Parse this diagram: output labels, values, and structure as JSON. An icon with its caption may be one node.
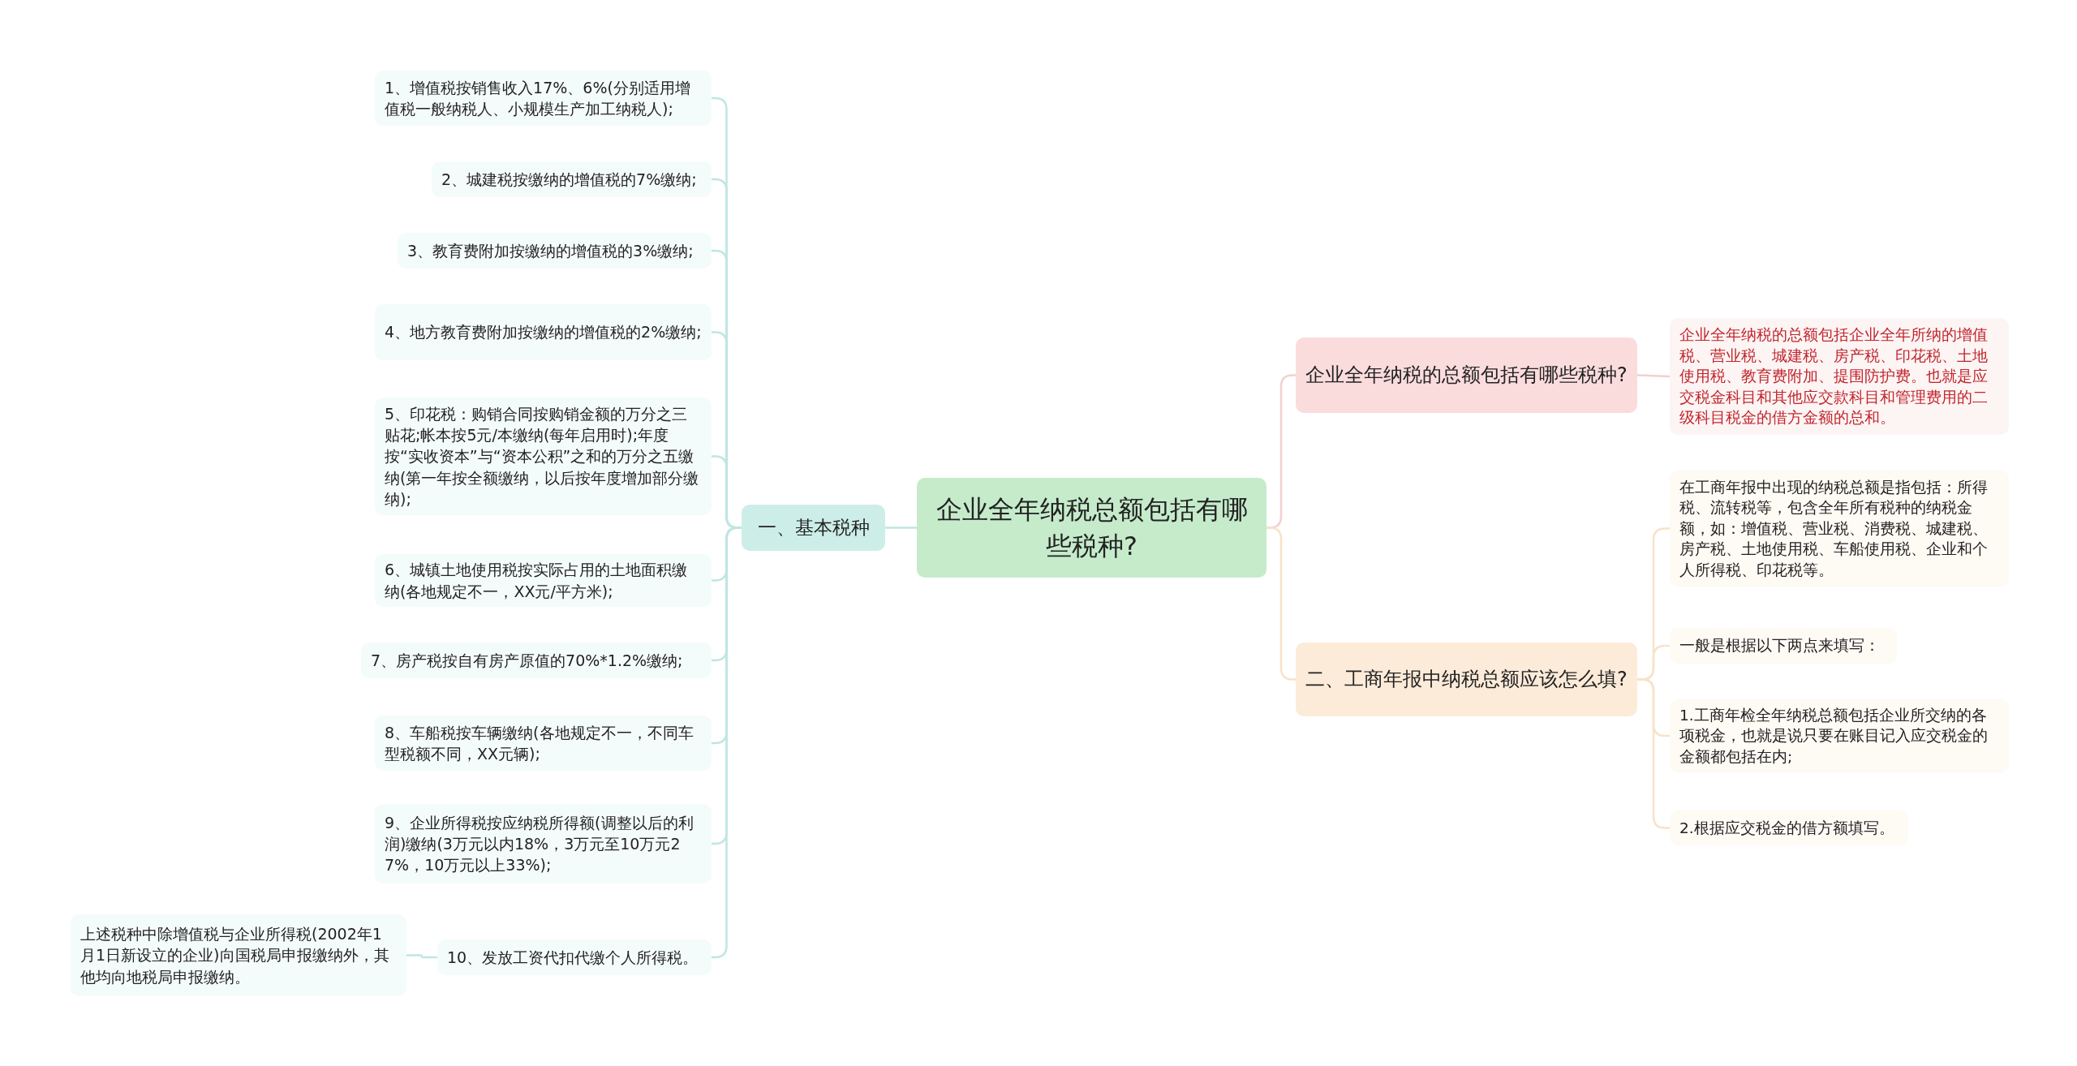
{
  "diagram": {
    "nodes": [
      {
        "text": [
          "企业全年纳税总额包括有哪些税种?"
        ]
      },
      {
        "text": [
          "一、基本税种"
        ]
      },
      {
        "text": [
          "1、增值税按销售收入17%、6%(分别适用增值税一般纳税人、小规模生产加工纳税人);"
        ]
      },
      {
        "text": [
          "2、城建税按缴纳的增值税的7%缴纳;"
        ]
      },
      {
        "text": [
          "3、教育费附加按缴纳的增值税的3%缴纳;"
        ]
      },
      {
        "text": [
          "4、地方教育费附加按缴纳的增值税的2%缴纳;"
        ]
      },
      {
        "text": [
          "5、印花税：购销合同按购销金额的万分之三贴花;帐本按5元/本缴纳(每年启用时);年度按“实收资本”与“资本公积”之和的万分之五缴纳(第一年按全额缴纳，以后按年度增加部分缴纳);"
        ]
      },
      {
        "text": [
          "6、城镇土地使用税按实际占用的土地面积缴纳(各地规定不一，XX元/平方米);"
        ]
      },
      {
        "text": [
          "7、房产税按自有房产原值的70%*1.2%缴纳;"
        ]
      },
      {
        "text": [
          "8、车船税按车辆缴纳(各地规定不一，不同车型税额不同，XX元辆);"
        ]
      },
      {
        "text": [
          "9、企业所得税按应纳税所得额(调整以后的利润)缴纳(3万元以内18%，3万元至10万元27%，10万元以上33%);"
        ]
      },
      {
        "text": [
          "10、发放工资代扣代缴个人所得税。"
        ]
      },
      {
        "text": [
          "上述税种中除增值税与企业所得税(2002年1月1日新设立的企业)向国税局申报缴纳外，其他均向地税局申报缴纳。"
        ]
      },
      {
        "text": [
          "企业全年纳税的总额包括有哪些税种?"
        ]
      },
      {
        "text": [
          "企业全年纳税的总额包括企业全年所纳的增值税、营业税、城建税、房产税、印花税、土地使用税、教育费附加、提围防护费。也就是应交税金科目和其他应交款科目和管理费用的二级科目税金的借方金额的总和。"
        ]
      },
      {
        "text": [
          "二、工商年报中纳税总额应该怎么填?"
        ]
      },
      {
        "text": [
          "在工商年报中出现的纳税总额是指包括：所得税、流转税等，包含全年所有税种的纳税金额，如：增值税、营业税、消费税、城建税、房产税、土地使用税、车船使用税、企业和个人所得税、印花税等。"
        ]
      },
      {
        "text": [
          "一般是根据以下两点来填写："
        ]
      },
      {
        "text": [
          "1.工商年检全年纳税总额包括企业所交纳的各项税金，也就是说只要在账目记入应交税金的金额都包括在内;"
        ]
      },
      {
        "text": [
          "2.根据应交税金的借方额填写。"
        ]
      }
    ],
    "edges": [
      {
        "from": 0,
        "to": 1,
        "arrow": "none"
      },
      {
        "from": 1,
        "to": 2,
        "arrow": "none"
      },
      {
        "from": 1,
        "to": 3,
        "arrow": "none"
      },
      {
        "from": 1,
        "to": 4,
        "arrow": "none"
      },
      {
        "from": 1,
        "to": 5,
        "arrow": "none"
      },
      {
        "from": 1,
        "to": 6,
        "arrow": "none"
      },
      {
        "from": 1,
        "to": 7,
        "arrow": "none"
      },
      {
        "from": 1,
        "to": 8,
        "arrow": "none"
      },
      {
        "from": 1,
        "to": 9,
        "arrow": "none"
      },
      {
        "from": 1,
        "to": 10,
        "arrow": "none"
      },
      {
        "from": 1,
        "to": 11,
        "arrow": "none"
      },
      {
        "from": 11,
        "to": 12,
        "arrow": "none"
      },
      {
        "from": 0,
        "to": 13,
        "arrow": "none"
      },
      {
        "from": 13,
        "to": 14,
        "arrow": "none"
      },
      {
        "from": 0,
        "to": 15,
        "arrow": "none"
      },
      {
        "from": 15,
        "to": 16,
        "arrow": "none"
      },
      {
        "from": 15,
        "to": 17,
        "arrow": "none"
      },
      {
        "from": 15,
        "to": 18,
        "arrow": "none"
      },
      {
        "from": 15,
        "to": 19,
        "arrow": "none"
      }
    ]
  }
}
